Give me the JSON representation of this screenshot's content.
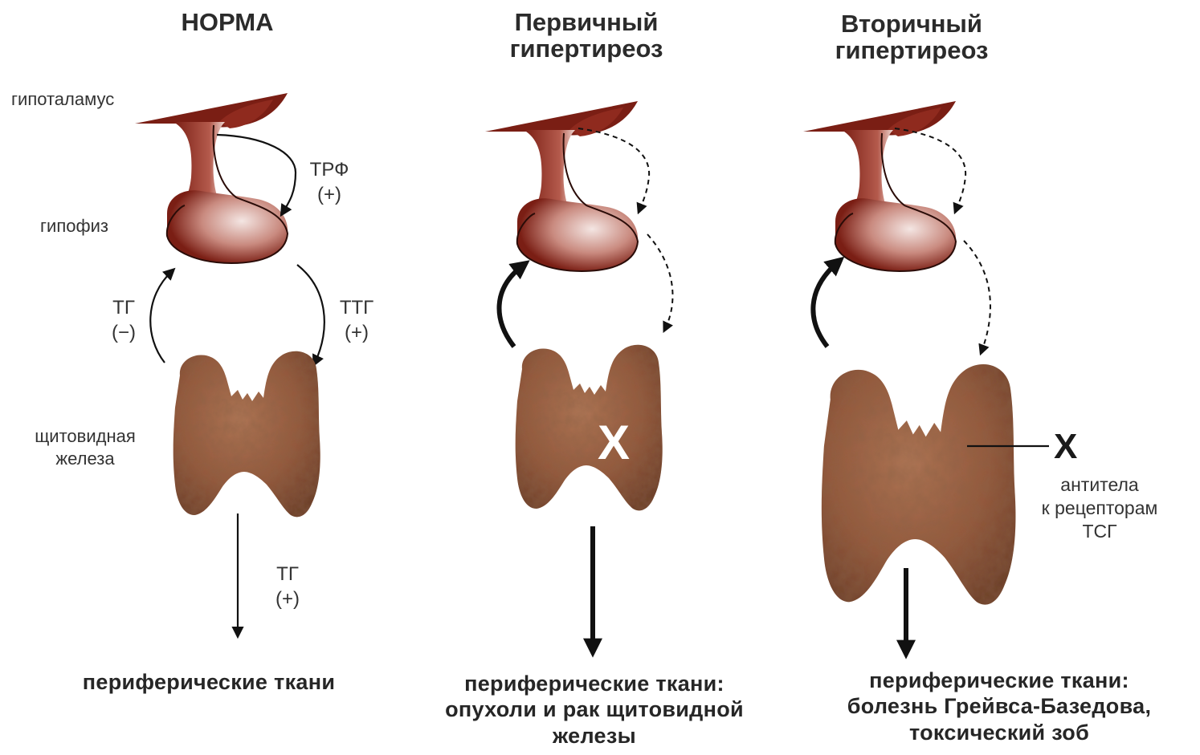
{
  "titles": {
    "norm": "НОРМА",
    "primary": "Первичный\nгипертиреоз",
    "secondary": "Вторичный\nгипертиреоз"
  },
  "organs": {
    "hypothalamus": "гипоталамус",
    "pituitary": "гипофиз",
    "thyroid": "щитовидная\nжелеза"
  },
  "hormones": {
    "trf": "ТРФ\n(+)",
    "tg_neg": "ТГ\n(−)",
    "ttg": "ТТГ\n(+)",
    "tg_pos": "ТГ\n(+)"
  },
  "markers": {
    "primary_x": "X",
    "secondary_x": "X",
    "antibodies": "антитела\nк рецепторам\nТСГ"
  },
  "tissues": {
    "norm": "периферические ткани",
    "primary": "периферические ткани:\nопухоли и рак щитовидной\nжелезы",
    "secondary": "периферические ткани:\nболезнь Грейвса-Базедова,\nтоксический зоб"
  },
  "colors": {
    "hypothalamus_dark": "#7a1e14",
    "hypothalamus_light": "#f3e2de",
    "thyroid_base": "#9b5f43",
    "thyroid_shadow": "#6a3b27",
    "arrow": "#111111"
  }
}
